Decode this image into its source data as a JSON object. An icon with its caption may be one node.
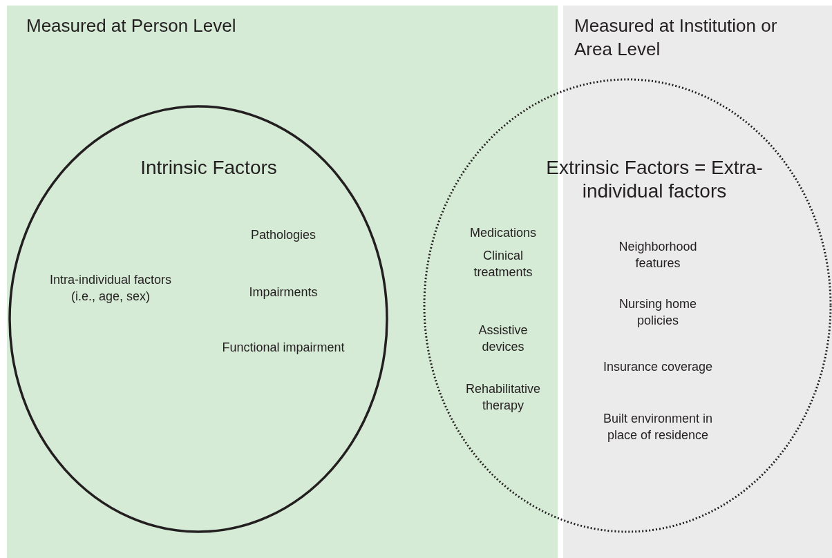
{
  "diagram": {
    "nodes": [
      {
        "text": [
          "Measured at Person Level"
        ]
      },
      {
        "text": [
          "Measured at Institution or Area Level"
        ]
      },
      {
        "text": [
          "Intrinsic Factors"
        ],
        "in": 0
      },
      {
        "text": [
          "Extrinsic Factors = Extra-individual factors"
        ]
      }
    ],
    "edges": [],
    "labels": [
      "Intra-individual factors (i.e., age, sex)",
      "Pathologies",
      "Impairments",
      "Functional impairment",
      "Medications",
      "Clinical treatments",
      "Assistive devices",
      "Rehabilitative therapy",
      "Neighborhood features",
      "Nursing home policies",
      "Insurance coverage",
      "Built environment in place of residence"
    ]
  }
}
